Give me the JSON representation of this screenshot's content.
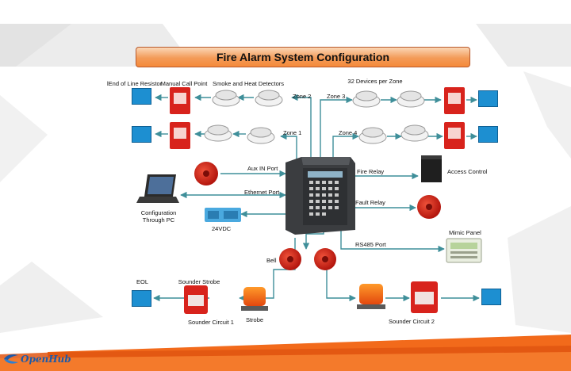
{
  "slide": {
    "title": "Fire Alarm System Configuration",
    "brand": "OpenHub"
  },
  "diagram": {
    "top_left": {
      "eol_label": "lEnd of Line Resistor",
      "call_point_label": "Manual Call Point",
      "detectors_label": "Smoke and Heat Detectors",
      "zone2": "Zone 2",
      "zone1": "Zone 1"
    },
    "top_right": {
      "devices_label": "32 Devices per Zone",
      "zone3": "Zone 3",
      "zone4": "Zone 4"
    },
    "left": {
      "aux_in": "Aux IN Port",
      "ethernet": "Ethernet Port",
      "pc_label_1": "Configuration",
      "pc_label_2": "Through PC",
      "power": "24VDC"
    },
    "right": {
      "fire_relay": "Fire Relay",
      "access_control": "Access Control",
      "fault_relay": "Fault Relay",
      "rs485": "RS485 Port",
      "mimic": "Mimic Panel"
    },
    "bottom": {
      "bell": "Bell",
      "eol": "EOL",
      "sounder_strobe": "Sounder Strobe",
      "sounder_circuit_1": "Sounder Circuit 1",
      "strobe": "Strobe",
      "sounder_circuit_2": "Sounder Circuit 2"
    }
  },
  "colors": {
    "accent": "#f58a3a",
    "connector": "#3f8f9a",
    "eol_blue": "#1d8fd1",
    "device_red": "#d8231c"
  }
}
